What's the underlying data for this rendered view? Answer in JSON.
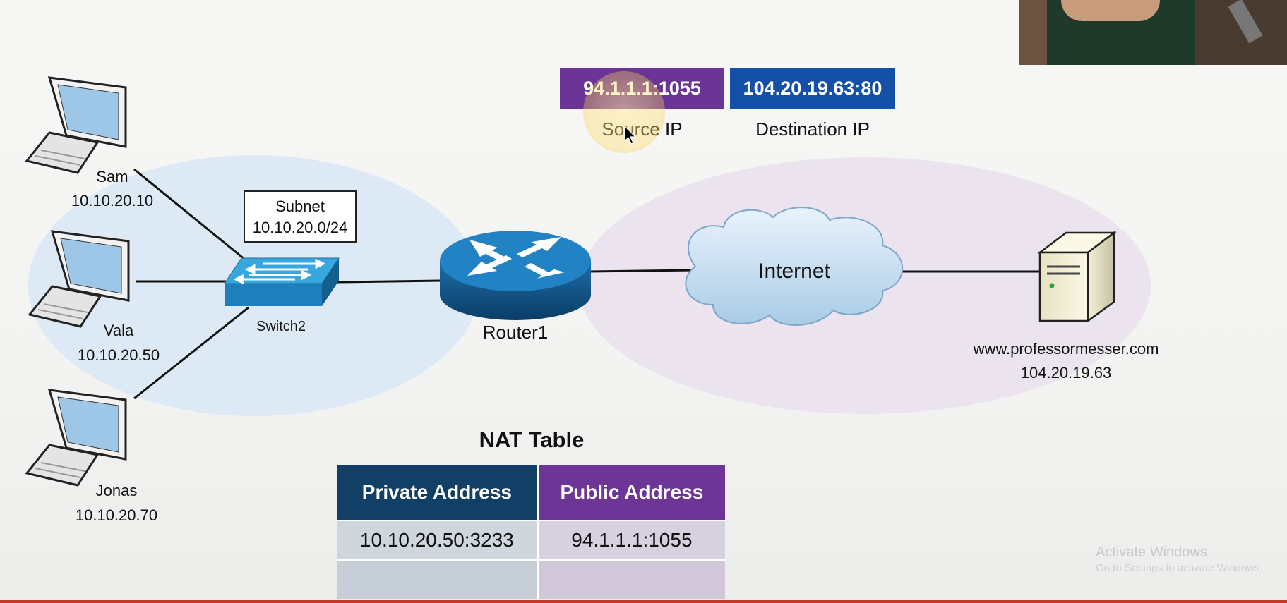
{
  "header": {
    "source_ip": {
      "value": "94.1.1.1:1055",
      "caption": "Source IP",
      "color": "#6a3595"
    },
    "destination_ip": {
      "value": "104.20.19.63:80",
      "caption": "Destination IP",
      "color": "#1550a8"
    }
  },
  "hosts": [
    {
      "name": "Sam",
      "ip": "10.10.20.10"
    },
    {
      "name": "Vala",
      "ip": "10.10.20.50"
    },
    {
      "name": "Jonas",
      "ip": "10.10.20.70"
    }
  ],
  "subnet": {
    "title": "Subnet",
    "cidr": "10.10.20.0/24"
  },
  "switch": {
    "label": "Switch2"
  },
  "router": {
    "label": "Router1"
  },
  "internet": {
    "label": "Internet"
  },
  "server": {
    "hostname": "www.professormesser.com",
    "ip": "104.20.19.63"
  },
  "nat_table": {
    "title": "NAT Table",
    "headers": [
      "Private Address",
      "Public Address"
    ],
    "header_colors": [
      "#123f66",
      "#6c3596"
    ],
    "rows": [
      [
        "10.10.20.50:3233",
        "94.1.1.1:1055"
      ],
      [
        "",
        ""
      ]
    ]
  },
  "watermark": {
    "line1": "Activate Windows",
    "line2": "Go to Settings to activate Windows."
  },
  "colors": {
    "lan_zone": "#dde9f5",
    "wan_zone": "#ebe3ee"
  }
}
